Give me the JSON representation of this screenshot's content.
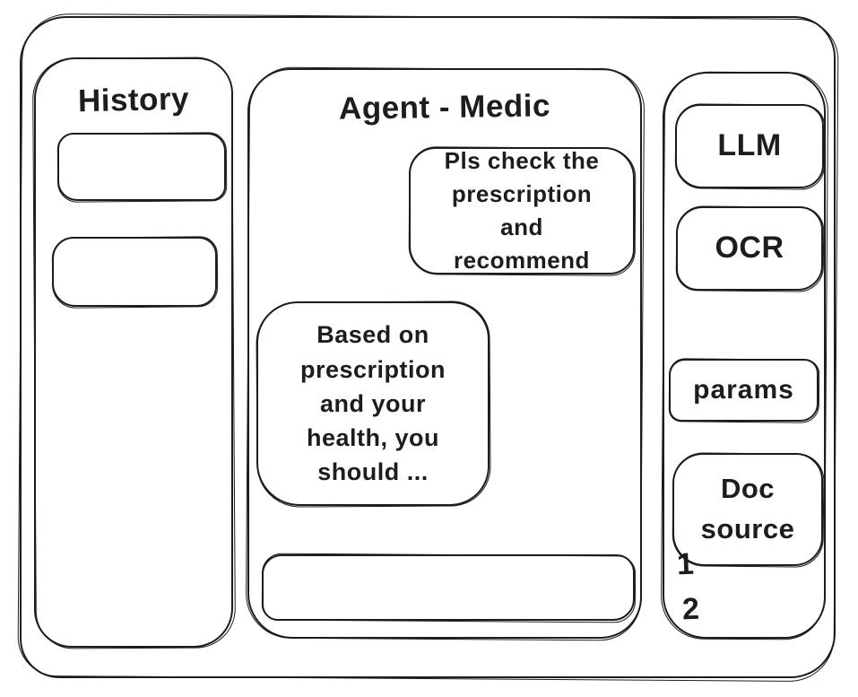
{
  "colors": {
    "ink": "#1d1d1d",
    "background": "#ffffff"
  },
  "history_panel": {
    "title": "History",
    "items": [
      {
        "label": ""
      },
      {
        "label": ""
      }
    ]
  },
  "chat": {
    "title": "Agent - Medic",
    "messages": {
      "user": {
        "role": "user",
        "text": "Pls check the prescription and recommend"
      },
      "agent": {
        "role": "agent",
        "text": "Based on prescription and your health, you should ..."
      }
    },
    "input": {
      "value": "",
      "placeholder": ""
    }
  },
  "tools_panel": {
    "tools": [
      {
        "label": "LLM"
      },
      {
        "label": "OCR"
      },
      {
        "label": "params"
      },
      {
        "label": "Doc source"
      }
    ],
    "doc_source_items": [
      "1",
      "2"
    ]
  }
}
